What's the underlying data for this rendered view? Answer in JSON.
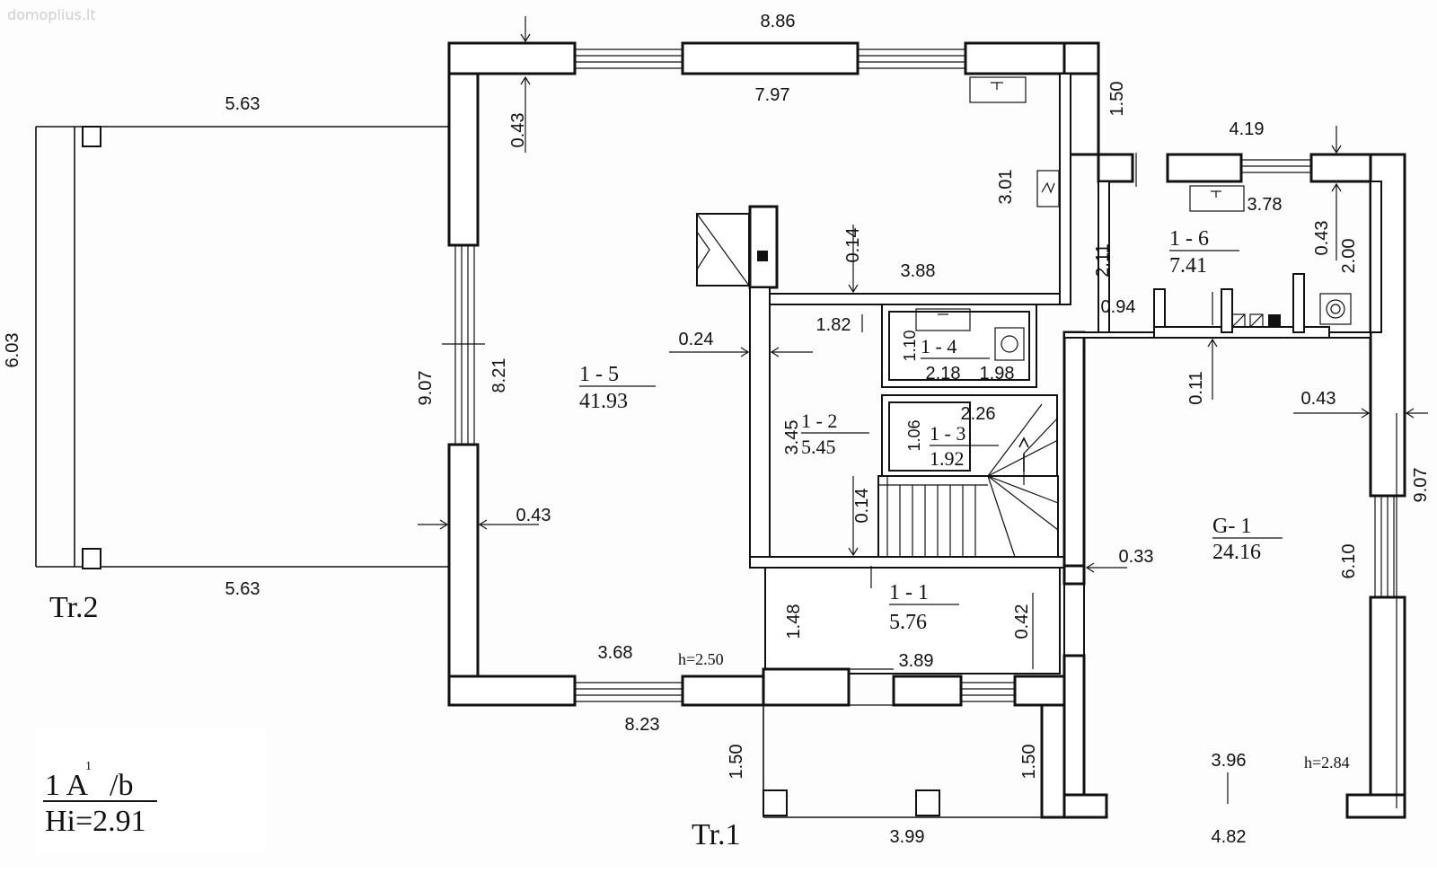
{
  "watermark": "domoplius.lt",
  "terraces": {
    "tr2": "Tr.2",
    "tr1": "Tr.1"
  },
  "floor_label": {
    "top": "1  A",
    "superscript": "1",
    "suffix": "/b",
    "bottom": "Hi=2.91"
  },
  "rooms": [
    {
      "id": "1-5",
      "number": "1   - 5",
      "area": "41.93"
    },
    {
      "id": "1-2",
      "number": "1   - 2",
      "area": "5.45"
    },
    {
      "id": "1-3",
      "number": "1   - 3",
      "area": "1.92"
    },
    {
      "id": "1-4",
      "number": "1   - 4",
      "area": "2.18"
    },
    {
      "id": "1-1",
      "number": "1   - 1",
      "area": "5.76"
    },
    {
      "id": "1-6",
      "number": "1   - 6",
      "area": "7.41"
    },
    {
      "id": "G-1",
      "number": "G- 1",
      "area": "24.16"
    }
  ],
  "heights": {
    "main": "h=2.50",
    "garage": "h=2.84"
  },
  "dimensions": {
    "top_overall": "8.86",
    "terrace_top": "5.63",
    "terrace_bottom": "5.63",
    "terrace_depth": "6.03",
    "living_inner_width": "7.97",
    "wall_043_a": "0.43",
    "kitchen_depth": "3.01",
    "wall_014_a": "0.14",
    "kitchen_width": "3.88",
    "right_step": "1.50",
    "room6_outer": "4.19",
    "room6_inner": "3.78",
    "wall_043_b": "0.43",
    "room6_depth": "2.00",
    "room6_left": "2.11",
    "wall_094": "0.94",
    "bath_w": "1.82",
    "bath_h": "1.10",
    "bath_a": "2.18",
    "bath_b": "1.98",
    "left_outer": "9.07",
    "left_inner": "8.21",
    "partition_024": "0.24",
    "hall_depth": "3.45",
    "stair_w": "2.26",
    "stair_h": "1.06",
    "wall_014_b": "0.14",
    "wall_011": "0.11",
    "wall_043_c": "0.43",
    "right_outer": "9.07",
    "wall_043_d": "0.43",
    "wall_033": "0.33",
    "garage_depth": "6.10",
    "entry_depth": "1.48",
    "wall_042": "0.42",
    "living_bottom_inner": "3.68",
    "entry_width": "3.89",
    "bottom_overall": "8.23",
    "porch_left": "1.50",
    "porch_right": "1.50",
    "garage_inner": "3.96",
    "porch_width": "3.99",
    "garage_outer": "4.82"
  }
}
